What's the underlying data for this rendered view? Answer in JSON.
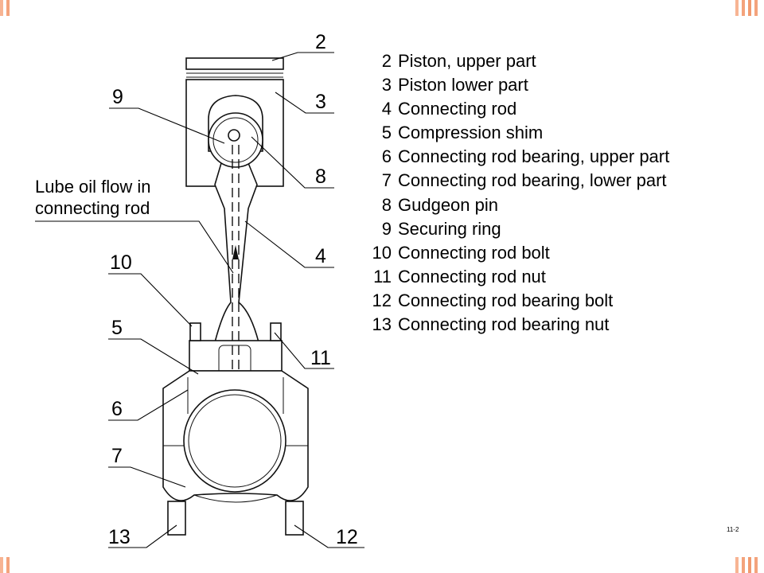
{
  "theme": {
    "accent": "#f4a37c",
    "line": "#000000"
  },
  "diagram": {
    "callouts": [
      "2",
      "3",
      "9",
      "8",
      "4",
      "10",
      "5",
      "11",
      "6",
      "7",
      "13",
      "12"
    ],
    "lube_label": [
      "Lube oil flow in",
      "connecting rod"
    ]
  },
  "legend": [
    {
      "num": "2",
      "text": "Piston, upper part"
    },
    {
      "num": "3",
      "text": "Piston lower part"
    },
    {
      "num": "4",
      "text": "Connecting rod"
    },
    {
      "num": "5",
      "text": "Compression shim"
    },
    {
      "num": "6",
      "text": "Connecting rod bearing, upper part"
    },
    {
      "num": "7",
      "text": "Connecting rod bearing, lower part"
    },
    {
      "num": "8",
      "text": "Gudgeon pin"
    },
    {
      "num": "9",
      "text": "Securing ring"
    },
    {
      "num": "10",
      "text": "Connecting rod bolt"
    },
    {
      "num": "11",
      "text": "Connecting rod nut"
    },
    {
      "num": "12",
      "text": "Connecting rod bearing bolt"
    },
    {
      "num": "13",
      "text": "Connecting rod bearing nut"
    }
  ],
  "slide_number": "11-2"
}
